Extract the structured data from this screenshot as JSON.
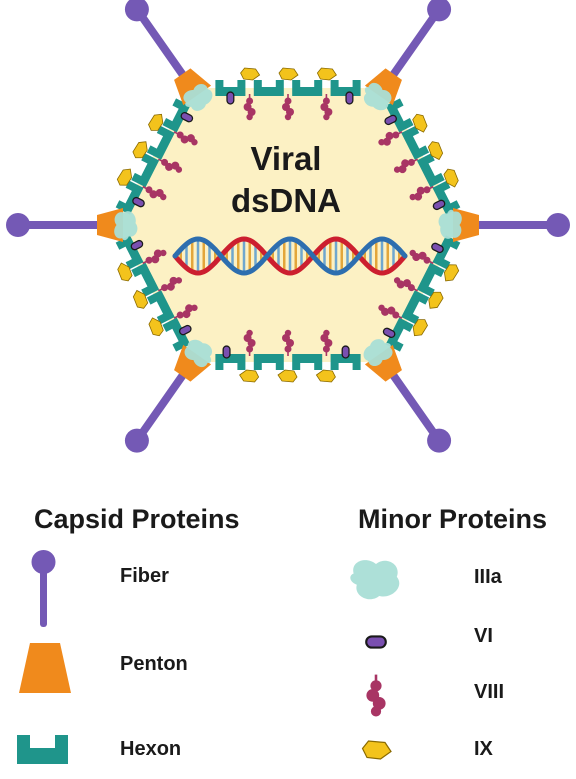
{
  "virion": {
    "genome_label_line1": "Viral",
    "genome_label_line2": "dsDNA"
  },
  "legend": {
    "capsid_heading": "Capsid Proteins",
    "minor_heading": "Minor Proteins",
    "capsid_items": [
      {
        "label": "Fiber",
        "icon": "fiber-icon"
      },
      {
        "label": "Penton",
        "icon": "penton-icon"
      },
      {
        "label": "Hexon",
        "icon": "hexon-icon"
      }
    ],
    "minor_items": [
      {
        "label": "IIIa",
        "icon": "iiia-icon"
      },
      {
        "label": "VI",
        "icon": "vi-icon"
      },
      {
        "label": "VIII",
        "icon": "viii-icon"
      },
      {
        "label": "IX",
        "icon": "ix-icon"
      }
    ]
  },
  "colors": {
    "capsid_fill": "#fcf1c4",
    "fiber": "#7459b5",
    "penton": "#f08a1c",
    "hexon": "#1f958b",
    "iiia": "#a9ded6",
    "vi": "#7a4fb0",
    "viii": "#a83564",
    "ix": "#f3c31c",
    "dna_red": "#cc1f2f",
    "dna_blue": "#2d6eaf"
  }
}
